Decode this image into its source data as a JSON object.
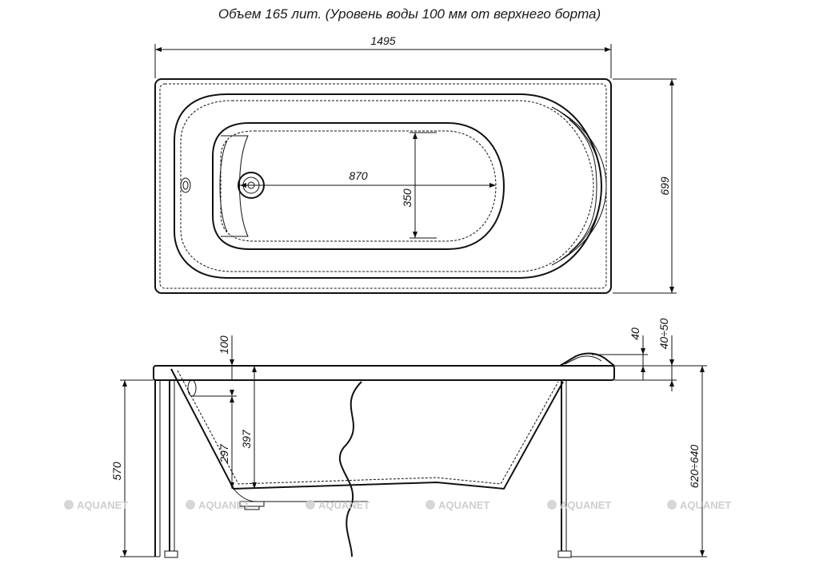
{
  "caption": "Объем 165 лит. (Уровень воды 100 мм от верхнего борта)",
  "dimensions": {
    "length": "1495",
    "width": "699",
    "inner_length": "870",
    "inner_width": "350",
    "rim_depth": "100",
    "inner_depth_a": "397",
    "inner_depth_b": "297",
    "leg_height": "570",
    "total_height": "620÷640",
    "rim_thickness": "40",
    "rim_range": "40÷50"
  },
  "watermark": {
    "text": "AQUANET",
    "count": 6
  }
}
